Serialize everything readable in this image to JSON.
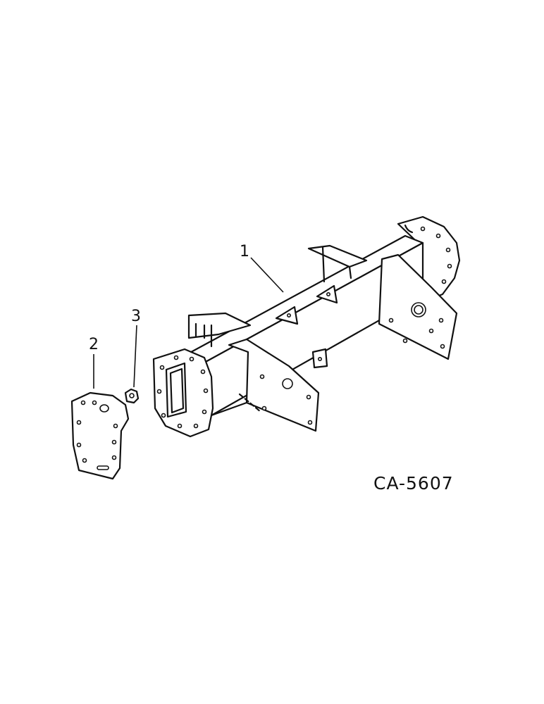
{
  "callouts": {
    "frame": "1",
    "plate": "2",
    "nut": "3"
  },
  "drawing_code": "CA-5607",
  "colors": {
    "ink": "#111111",
    "paper": "#ffffff"
  }
}
